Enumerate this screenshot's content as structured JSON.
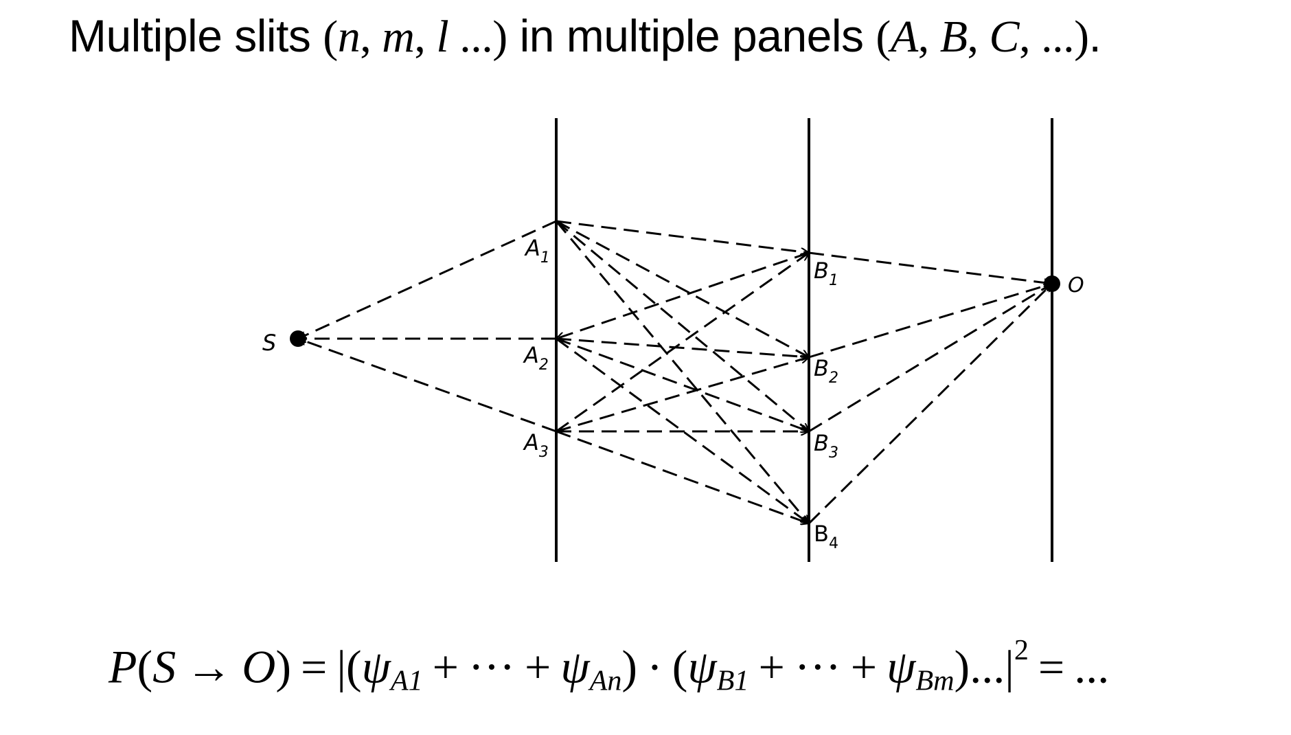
{
  "header": {
    "lead": "Multiple slits ",
    "slits": [
      "n",
      "m",
      "l"
    ],
    "middle": " in multiple panels ",
    "panels": [
      "A",
      "B",
      "C"
    ],
    "ellipsis": "...",
    "end": "."
  },
  "diagram": {
    "labels": {
      "source": "S",
      "observer": "O",
      "a1": "A",
      "a1_sub": "1",
      "a2": "A",
      "a2_sub": "2",
      "a3": "A",
      "a3_sub": "3",
      "b1": "B",
      "b1_sub": "1",
      "b2": "B",
      "b2_sub": "2",
      "b3": "B",
      "b3_sub": "3",
      "b4": "B",
      "b4_sub": "4"
    }
  },
  "formula": {
    "P": "P",
    "S": "S",
    "arrow": "→",
    "O": "O",
    "eq": "=",
    "psi": "ψ",
    "A1": "A1",
    "An": "An",
    "B1": "B1",
    "Bm": "Bm",
    "plus": "+",
    "cdots": "···",
    "dot": "·",
    "dots": "...",
    "exp": "2"
  }
}
